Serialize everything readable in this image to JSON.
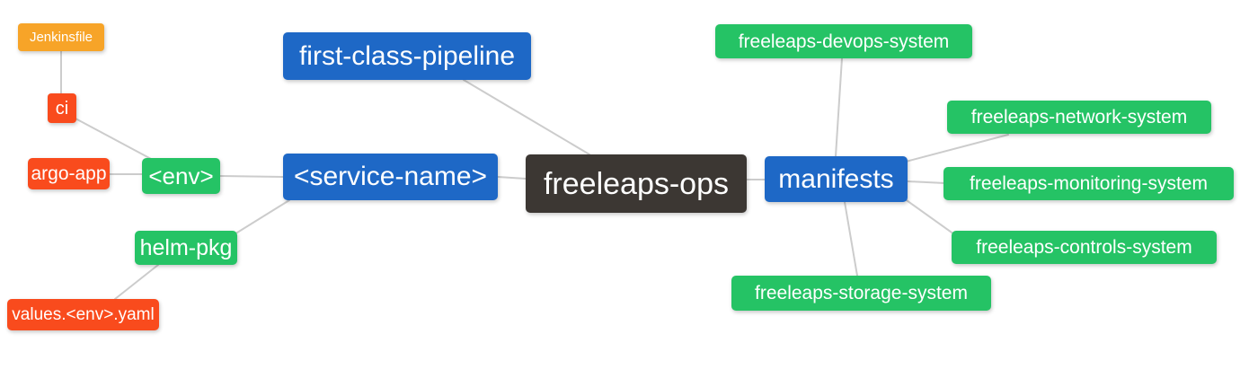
{
  "colors": {
    "root_bg": "#3C3733",
    "branch_blue": "#1E68C6",
    "green": "#25C365",
    "red": "#F94B1D",
    "orange": "#F7A428",
    "node_text": "#FFFFFF",
    "edge": "#CCCCCC",
    "background": "#FFFFFF"
  },
  "mindmap": {
    "nodes": {
      "freeleaps_ops": {
        "label": "freeleaps-ops",
        "level": "root"
      },
      "first_class_pipeline": {
        "label": "first-class-pipeline",
        "level": "branch"
      },
      "service_name": {
        "label": "<service-name>",
        "level": "branch"
      },
      "manifests": {
        "label": "manifests",
        "level": "branch"
      },
      "env": {
        "label": "<env>",
        "level": "sub"
      },
      "helm_pkg": {
        "label": "helm-pkg",
        "level": "sub"
      },
      "ci": {
        "label": "ci",
        "level": "leaf"
      },
      "argo_app": {
        "label": "argo-app",
        "level": "leaf"
      },
      "jenkinsfile": {
        "label": "Jenkinsfile",
        "level": "leaf-deep"
      },
      "values_env_yaml": {
        "label": "values.<env>.yaml",
        "level": "leaf"
      },
      "devops_system": {
        "label": "freeleaps-devops-system",
        "level": "sub"
      },
      "network_system": {
        "label": "freeleaps-network-system",
        "level": "sub"
      },
      "monitoring_system": {
        "label": "freeleaps-monitoring-system",
        "level": "sub"
      },
      "controls_system": {
        "label": "freeleaps-controls-system",
        "level": "sub"
      },
      "storage_system": {
        "label": "freeleaps-storage-system",
        "level": "sub"
      }
    },
    "edges": [
      {
        "from": "jenkinsfile",
        "to": "ci"
      },
      {
        "from": "ci",
        "to": "env"
      },
      {
        "from": "argo_app",
        "to": "env"
      },
      {
        "from": "env",
        "to": "service_name"
      },
      {
        "from": "helm_pkg",
        "to": "service_name"
      },
      {
        "from": "values_env_yaml",
        "to": "helm_pkg"
      },
      {
        "from": "first_class_pipeline",
        "to": "freeleaps_ops"
      },
      {
        "from": "service_name",
        "to": "freeleaps_ops"
      },
      {
        "from": "freeleaps_ops",
        "to": "manifests"
      },
      {
        "from": "manifests",
        "to": "devops_system"
      },
      {
        "from": "manifests",
        "to": "network_system"
      },
      {
        "from": "manifests",
        "to": "monitoring_system"
      },
      {
        "from": "manifests",
        "to": "controls_system"
      },
      {
        "from": "manifests",
        "to": "storage_system"
      }
    ]
  }
}
